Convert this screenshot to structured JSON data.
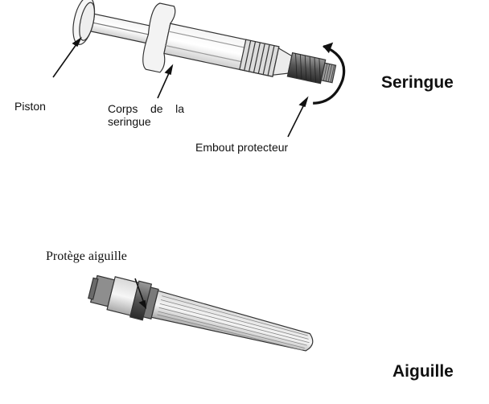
{
  "syringe": {
    "title": "Seringue",
    "labels": {
      "piston": "Piston",
      "corps": "Corps de la seringue",
      "embout": "Embout protecteur"
    }
  },
  "needle": {
    "title": "Aiguille",
    "labels": {
      "protege": "Protège aiguille"
    }
  }
}
